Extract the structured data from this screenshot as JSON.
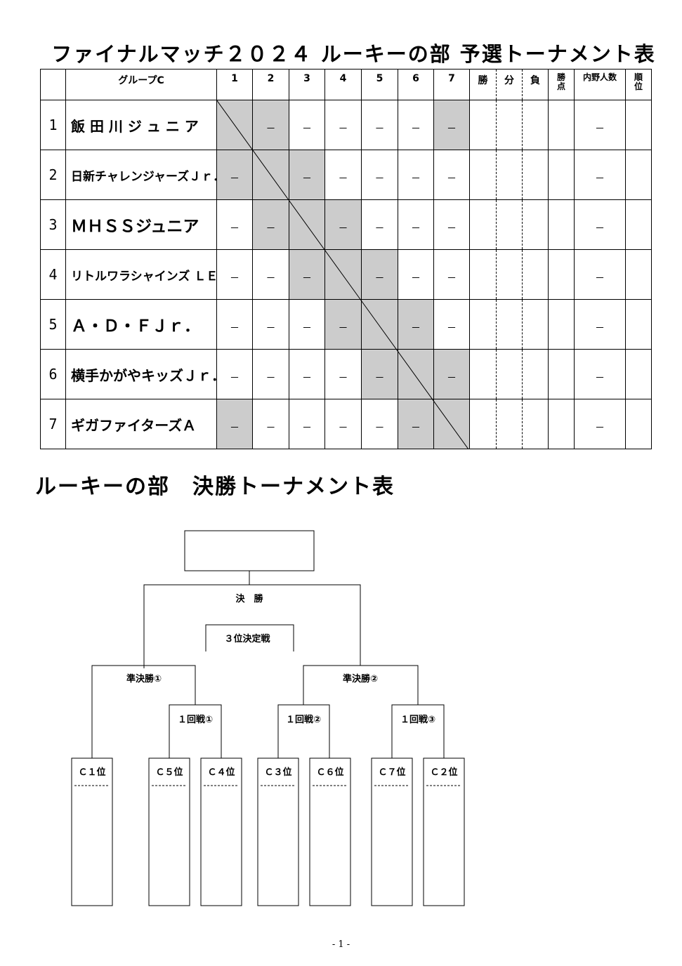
{
  "title": "ファイナルマッチ２０２４ ルーキーの部 予選トーナメント表",
  "final_title": "ルーキーの部　決勝トーナメント表",
  "table": {
    "group_label": "グループC",
    "col_nums": [
      "1",
      "2",
      "3",
      "4",
      "5",
      "6",
      "7"
    ],
    "win": "勝",
    "draw": "分",
    "loss": "負",
    "points": "勝\n点",
    "infield": "内野人数",
    "rank": "順\n位",
    "dash": "－",
    "teams": [
      {
        "no": "1",
        "name": "飯 田 川 ジ ュ ニ ア"
      },
      {
        "no": "2",
        "name": "日新チャレンジャーズＪｒ．レッド"
      },
      {
        "no": "3",
        "name": "ＭＨＳＳジュニア"
      },
      {
        "no": "4",
        "name": "リトルワラシャインズ ＬＥＡＰ"
      },
      {
        "no": "5",
        "name": "Ａ・Ｄ・ＦＪｒ．"
      },
      {
        "no": "6",
        "name": "横手かがやキッズＪｒ．"
      },
      {
        "no": "7",
        "name": "ギガファイターズＡ"
      }
    ]
  },
  "bracket": {
    "final": "決　勝",
    "third_place": "３位決定戦",
    "semi1": "準決勝①",
    "semi2": "準決勝②",
    "r1_1": "１回戦①",
    "r1_2": "１回戦②",
    "r1_3": "１回戦③",
    "seeds": [
      "Ｃ１位",
      "Ｃ５位",
      "Ｃ４位",
      "Ｃ３位",
      "Ｃ６位",
      "Ｃ７位",
      "Ｃ２位"
    ]
  },
  "page_number": "- 1 -"
}
